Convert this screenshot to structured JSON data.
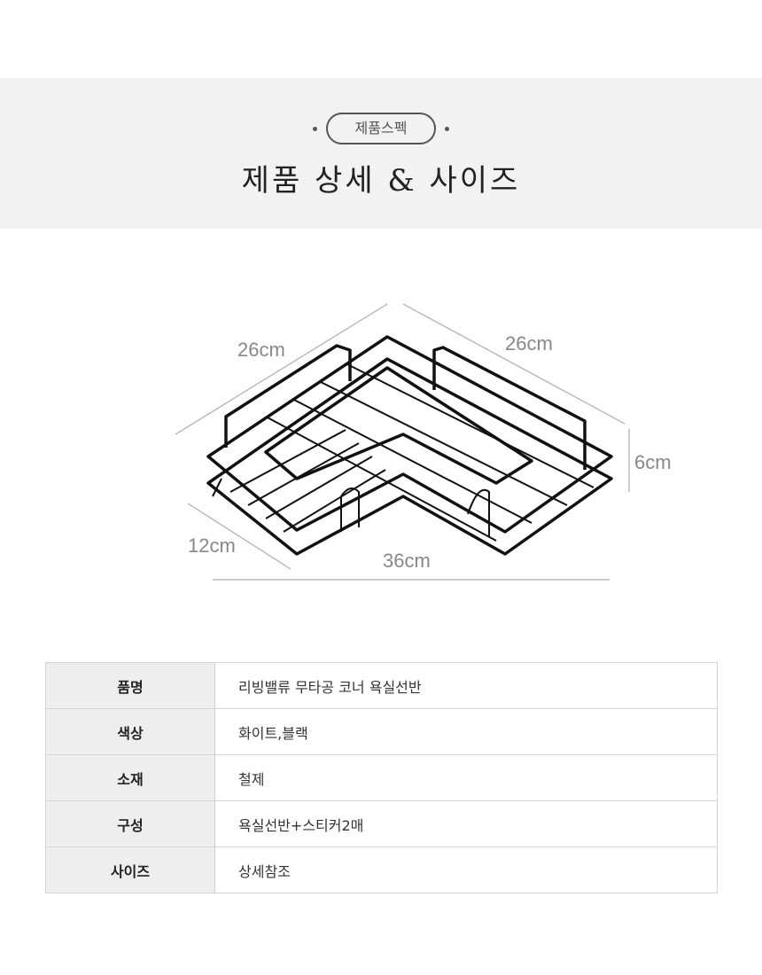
{
  "header": {
    "badge": "제품스펙",
    "title": "제품 상세 & 사이즈"
  },
  "dimensions": {
    "left_depth": "26cm",
    "right_depth": "26cm",
    "height": "6cm",
    "width": "12cm",
    "length": "36cm"
  },
  "specs": [
    {
      "label": "품명",
      "value": "리빙밸류 무타공 코너 욕실선반"
    },
    {
      "label": "색상",
      "value": "화이트,블랙"
    },
    {
      "label": "소재",
      "value": "철제"
    },
    {
      "label": "구성",
      "value": "욕실선반+스티커2매"
    },
    {
      "label": "사이즈",
      "value": "상세참조"
    }
  ]
}
